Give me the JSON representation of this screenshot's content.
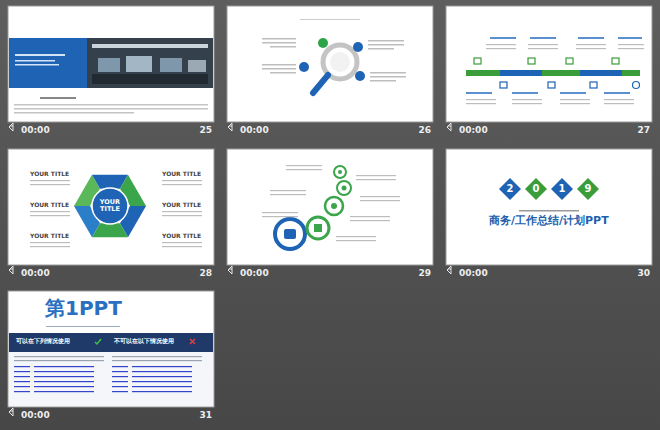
{
  "diagram": {
    "nodes": [
      {
        "text": [
          "00:00",
          "25"
        ]
      },
      {
        "text": [
          "00:00",
          "26"
        ]
      },
      {
        "text": [
          "00:00",
          "27"
        ]
      },
      {
        "text": [
          "00:00",
          "28"
        ]
      },
      {
        "text": [
          "YOUR TITLE"
        ],
        "in": 3
      },
      {
        "text": [
          "00:00",
          "29"
        ]
      },
      {
        "text": [
          "00:00",
          "30"
        ]
      },
      {
        "text": [
          "2"
        ],
        "in": 6
      },
      {
        "text": [
          "0"
        ],
        "in": 6
      },
      {
        "text": [
          "1"
        ],
        "in": 6
      },
      {
        "text": [
          "9"
        ],
        "in": 6
      },
      {
        "text": [
          "00:00",
          "31"
        ]
      }
    ],
    "labels": [
      "YOUR TITLE",
      "YOUR TITLE",
      "YOUR TITLE",
      "YOUR TITLE",
      "YOUR TITLE",
      "YOUR TITLE",
      "商务/工作总结/计划PPT",
      "第1PPT",
      "可以在下列情况使用",
      "不可以在以下情况使用"
    ]
  }
}
